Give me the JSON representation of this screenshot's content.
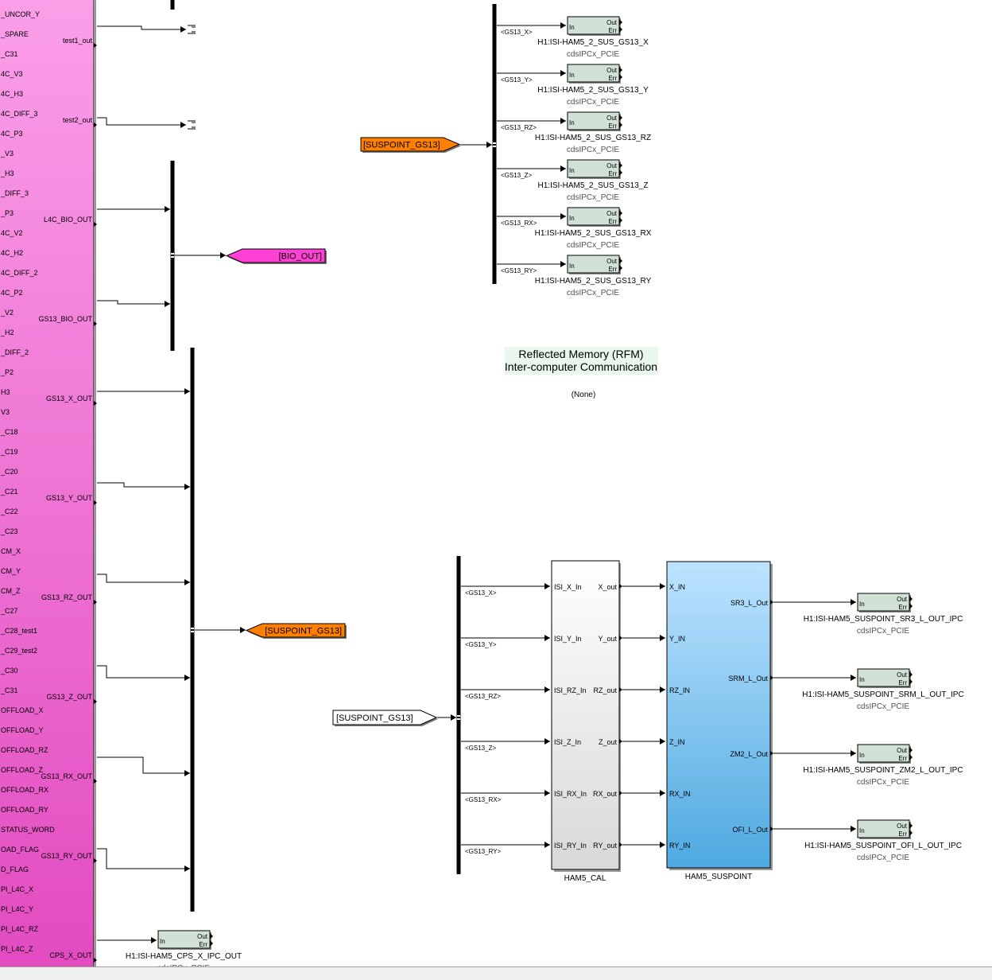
{
  "colors": {
    "big_block_top": "#fb9fe9",
    "big_block_bottom": "#e24bc0",
    "ipc_block": "#d1e1d5",
    "goto_orange": "#ff8000",
    "goto_pink": "#ff40d4",
    "cal_block_top": "#ffffff",
    "cal_block_bottom": "#d8d8d8",
    "suspoint_top": "#bde3ff",
    "suspoint_bottom": "#4ea9e0",
    "rfm_note_bg": "#e9f7ec",
    "sub_label": "#505050"
  },
  "big_block": {
    "port_labels": [
      "_UNCOR_Y",
      "_SPARE",
      "_C31",
      "4C_V3",
      "4C_H3",
      "4C_DIFF_3",
      "4C_P3",
      "_V3",
      "_H3",
      "_DIFF_3",
      "_P3",
      "4C_V2",
      "4C_H2",
      "4C_DIFF_2",
      "4C_P2",
      "_V2",
      "_H2",
      "_DIFF_2",
      "_P2",
      "H3",
      "V3",
      "_C18",
      "_C19",
      "_C20",
      "_C21",
      "_C22",
      "_C23",
      "CM_X",
      "CM_Y",
      "CM_Z",
      "_C27",
      "_C28_test1",
      "_C29_test2",
      "_C30",
      "_C31",
      "OFFLOAD_X",
      "OFFLOAD_Y",
      "OFFLOAD_RZ",
      "OFFLOAD_Z",
      "OFFLOAD_RX",
      "OFFLOAD_RY",
      "STATUS_WORD",
      "OAD_FLAG",
      "D_FLAG",
      "PI_L4C_X",
      "PI_L4C_Y",
      "PI_L4C_RZ",
      "PI_L4C_Z"
    ],
    "outputs": [
      {
        "name": "test1_out",
        "row": 1,
        "target": "term1"
      },
      {
        "name": "test2_out",
        "row": 5,
        "target": "term2"
      },
      {
        "name": "L4C_BIO_OUT",
        "row": 10,
        "target": "bio_mux"
      },
      {
        "name": "GS13_BIO_OUT",
        "row": 15,
        "target": "bio_mux"
      },
      {
        "name": "GS13_X_OUT",
        "row": 19,
        "target": "gs_mux"
      },
      {
        "name": "GS13_Y_OUT",
        "row": 24,
        "target": "gs_mux"
      },
      {
        "name": "GS13_RZ_OUT",
        "row": 29,
        "target": "gs_mux"
      },
      {
        "name": "GS13_Z_OUT",
        "row": 34,
        "target": "gs_mux"
      },
      {
        "name": "GS13_RX_OUT",
        "row": 38,
        "target": "gs_mux"
      },
      {
        "name": "GS13_RY_OUT",
        "row": 42,
        "target": "gs_mux"
      },
      {
        "name": "CPS_X_OUT",
        "row": 47,
        "target": "cps_ipc"
      }
    ]
  },
  "gotos": {
    "bio_out": "[BIO_OUT]",
    "suspoint_gs13_goto": "[SUSPOINT_GS13]",
    "suspoint_gs13_from_top": "[SUSPOINT_GS13]",
    "suspoint_gs13_from_bottom": "[SUSPOINT_GS13]"
  },
  "top_selector": {
    "signals": [
      "<GS13_X>",
      "<GS13_Y>",
      "<GS13_RZ>",
      "<GS13_Z>",
      "<GS13_RX>",
      "<GS13_RY>"
    ],
    "ipc_names": [
      "H1:ISI-HAM5_2_SUS_GS13_X",
      "H1:ISI-HAM5_2_SUS_GS13_Y",
      "H1:ISI-HAM5_2_SUS_GS13_RZ",
      "H1:ISI-HAM5_2_SUS_GS13_Z",
      "H1:ISI-HAM5_2_SUS_GS13_RX",
      "H1:ISI-HAM5_2_SUS_GS13_RY"
    ]
  },
  "ipc_block": {
    "port_in": "In",
    "port_out": "Out",
    "port_err": "Err",
    "type_label": "cdsIPCx_PCIE"
  },
  "cps_ipc_name": "H1:ISI-HAM5_CPS_X_IPC_OUT",
  "rfm_note": {
    "line1": "Reflected Memory (RFM)",
    "line2": "Inter-computer Communication",
    "none": "(None)"
  },
  "bottom_selector": {
    "signals": [
      "<GS13_X>",
      "<GS13_Y>",
      "<GS13_RZ>",
      "<GS13_Z>",
      "<GS13_RX>",
      "<GS13_RY>"
    ]
  },
  "cal_block": {
    "name": "HAM5_CAL",
    "inputs": [
      "ISI_X_In",
      "ISI_Y_In",
      "ISI_RZ_In",
      "ISI_Z_In",
      "ISI_RX_In",
      "ISI_RY_In"
    ],
    "outputs": [
      "X_out",
      "Y_out",
      "RZ_out",
      "Z_out",
      "RX_out",
      "RY_out"
    ]
  },
  "suspoint_block": {
    "name": "HAM5_SUSPOINT",
    "inputs": [
      "X_IN",
      "Y_IN",
      "RZ_IN",
      "Z_IN",
      "RX_IN",
      "RY_IN"
    ],
    "outputs": [
      "SR3_L_Out",
      "SRM_L_Out",
      "ZM2_L_Out",
      "OFI_L_Out"
    ]
  },
  "suspoint_ipcs": [
    "H1:ISI-HAM5_SUSPOINT_SR3_L_OUT_IPC",
    "H1:ISI-HAM5_SUSPOINT_SRM_L_OUT_IPC",
    "H1:ISI-HAM5_SUSPOINT_ZM2_L_OUT_IPC",
    "H1:ISI-HAM5_SUSPOINT_OFI_L_OUT_IPC"
  ]
}
